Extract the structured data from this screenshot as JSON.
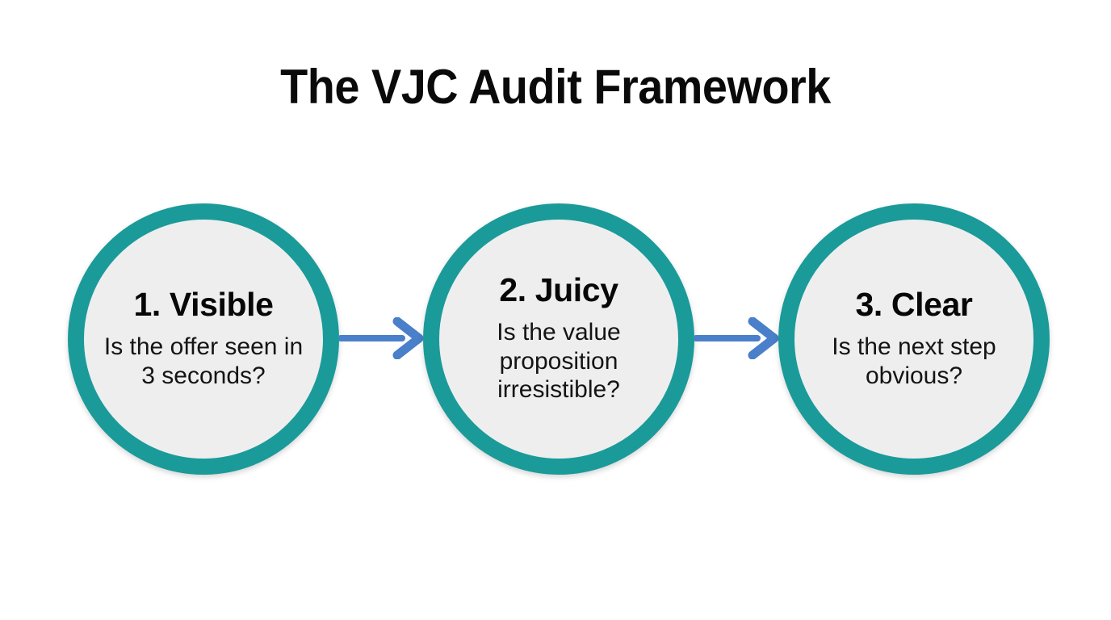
{
  "title": "The VJC Audit Framework",
  "colors": {
    "background": "#ffffff",
    "ring": "#1b9a9a",
    "circle_fill": "#eeeeee",
    "arrow": "#4a7fc9",
    "text": "#0a0a0a"
  },
  "steps": [
    {
      "heading": "1. Visible",
      "question": "Is the offer seen in 3 seconds?"
    },
    {
      "heading": "2. Juicy",
      "question": "Is the value proposition irresistible?"
    },
    {
      "heading": "3. Clear",
      "question": "Is the next step obvious?"
    }
  ],
  "connectors": [
    {
      "name": "arrow-visible-to-juicy"
    },
    {
      "name": "arrow-juicy-to-clear"
    }
  ]
}
